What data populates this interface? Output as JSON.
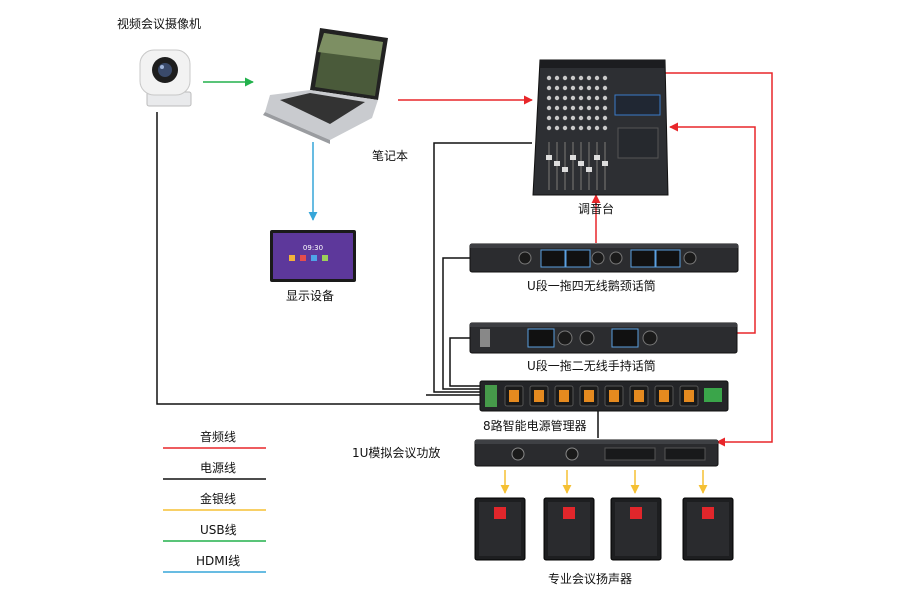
{
  "devices": {
    "camera": {
      "label": "视频会议摄像机",
      "icon": "ptz-camera-icon"
    },
    "laptop": {
      "label": "笔记本",
      "icon": "laptop-icon"
    },
    "display": {
      "label": "显示设备",
      "icon": "display-screen-icon",
      "screen_time": "09:30"
    },
    "mixer": {
      "label": "调音台",
      "icon": "audio-mixer-icon"
    },
    "gooseneck_mic": {
      "label": "U段一拖四无线鹅颈话筒",
      "icon": "wireless-receiver-icon"
    },
    "handheld_mic": {
      "label": "U段一拖二无线手持话筒",
      "icon": "wireless-receiver-icon"
    },
    "power_manager": {
      "label": "8路智能电源管理器",
      "icon": "power-sequencer-icon"
    },
    "amplifier": {
      "label": "1U模拟会议功放",
      "icon": "power-amplifier-icon"
    },
    "speakers": {
      "label": "专业会议扬声器",
      "count": 4,
      "icon": "speaker-icon"
    }
  },
  "legend": [
    {
      "label": "音频线",
      "color": "#e8262a"
    },
    {
      "label": "电源线",
      "color": "#111111"
    },
    {
      "label": "金银线",
      "color": "#f5c033"
    },
    {
      "label": "USB线",
      "color": "#22b14c"
    },
    {
      "label": "HDMI线",
      "color": "#36a6d9"
    }
  ],
  "colors": {
    "audio": "#e8262a",
    "power": "#111111",
    "speaker": "#f5c033",
    "usb": "#22b14c",
    "hdmi": "#36a6d9"
  }
}
